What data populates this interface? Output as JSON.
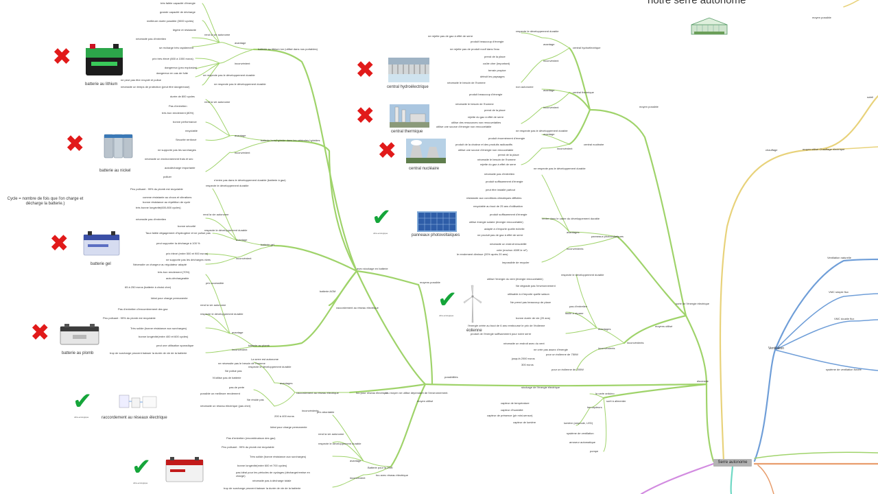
{
  "title": "notre serre autonome",
  "root": "Serre autonome",
  "mid": {
    "electricite": "électricité",
    "moyen_utilise": "moyens utilisé",
    "sorte_energie": "sorte de l'énergie électrique",
    "moyen_possible_top": "moyen possible",
    "moyen_possible": "moyens possible",
    "batterie_agm": "batterie AGM",
    "avec_stockage": "avec stockage en batterie",
    "raccordement": "raccordement au réseau électrique",
    "possibilites": "possibilités",
    "eolienne": "éolienne",
    "pv": "panneaux photovoltaïques",
    "moyen_utilise2": "moyen utilisé",
    "chauffage": "chauffage",
    "ventilation": "Ventilation",
    "soleil": "soleil",
    "moyen_possible_right": "moyen possible",
    "chauffage_electrique": "moyen utilisé Chauffage électrique",
    "vent_naturelle": "Ventilation naturelle",
    "vmc_simple": "VMC simple flux",
    "vmc_double": "VMC double flux",
    "vent_forcee": "système de ventilation forcée",
    "sorti_a_alimenter": "sorti à alimenter",
    "la_carte_arduino": "la carte arduino"
  },
  "captions": {
    "lithium": "batterie au lithium",
    "nickel": "batterie au nickel",
    "gel": "batterie gel",
    "plomb": "batterie au plomb",
    "reseau": "raccordement au réseaux électrique",
    "hydro": "central hydroélectrique",
    "thermique": "central thermique",
    "nucleaire": "central nucléaire",
    "pv": "panneaux photovoltaïques",
    "eolienne": "éolienne",
    "check_small": "ultra-ecologique",
    "cycle_note": "Cycle = nombre de fois que l'on charge et décharge la batterie.)"
  },
  "lithium": {
    "branch": "batterie au lithium ion (utilisé dans nos portables)",
    "avantage": "avantage",
    "inconvenient": "inconvénient",
    "items": [
      "très faible capacité d'énergie",
      "grande capacité de décharge",
      "meilleure durée possible (3000 cycles)",
      "légère et résistante",
      "rend la vie autonome",
      "nécessité pas d'entretien",
      "se recharge très rapidement",
      "prix très élevé (800 à 1000 euros)",
      "dangereux (peu explosive)",
      "dangereux en cas de fuite",
      "ne respecte pas le développement durable",
      "ne peut pas être recyclé et pollue",
      "nécessite un temps de protection (peut être dangereuse)",
      "ne respecte pas le développement durable"
    ]
  },
  "nickel": {
    "branch": "batterie hors/hybride dans les véhicules hybrides",
    "avantage": "avantage",
    "inconvenient": "inconvénient",
    "items": [
      "durée de 800 cycles",
      "rend la vie autonome",
      "Pas d'entretien",
      "très bon rendement (80%)",
      "bonne performance",
      "recyclable",
      "Sécurité renforcé",
      "ne supporte pas les surcharges",
      "nécessite un environnement frais et sec",
      "autodécharge importante",
      "polluer"
    ]
  },
  "gel": {
    "branch": "batterie gel",
    "avantage": "avantage",
    "inconvenient": "inconvénient",
    "items": [
      "n'entre pas dans le développement durable (batterie à gaz)",
      "respecte le développement durable",
      "Peu polluant : 99% du plomb est recyclable",
      "comme résistante au chocs et vibrations",
      "bonne résistance au répétition de cycle",
      "très bonne longévité(600-800 cycles)",
      "rend la vie autonome",
      "nécessite pas d'entretien",
      "bonne sécurité",
      "respecte le développement durable",
      "Taux faible dégagement d'hydrogène et ne pollue pas",
      "peut supporter la décharge à 100 %",
      "prix élevé (entre 500 et 900 euros)",
      "ne supporte pas les décharges vives",
      "Nécessite un chargeur au régulateur adapté"
    ]
  },
  "plomb": {
    "branch": "batterie au plomb",
    "avantage": "avantage",
    "inconvenient": "inconvénient",
    "items": [
      "très bon rendement (70%)",
      "auto-déchargeable",
      "prix accessible",
      "65 à 250 euros (batterie à choisi cher)",
      "Idéal pour charge permanente",
      "rend la vie autonome",
      "Pas d'entretien d'encombrement des gaz",
      "respecte le développement durable",
      "Peu polluant : 99% du plomb est recyclable",
      "Très solide (bonne résistance aux surcharges)",
      "bonne longévité(entre 400 et 600 cycles)",
      "peut une utilisation sporadique",
      "trop de surcharge peuvent baisser la durée de vie de la batterie"
    ]
  },
  "reseau": {
    "branch": "raccordement au réseau électrique",
    "branch2": "fou pour réseau électrique",
    "avantages": "avantages",
    "inconvenients": "inconvénients",
    "items": [
      "ne nécessite pas le besoin de l'homme",
      "La serre est autonome",
      "respecte le développement durable",
      "Ne pollue pas",
      "N'utilise pas de batterie",
      "pas de perte",
      "possible un meilleure rendement",
      "Ne réside pas",
      "nécessite un réseau électrique (pas cher)"
    ],
    "dependant": "fou moyen ne utilise dépendant de l'environnement."
  },
  "agm": {
    "branch": "batterie pour la 12 V",
    "branch2": "Batterie pour la 25W",
    "avantage": "avantage",
    "inconvenient": "inconvénient",
    "items": [
      "200 à 400 euros",
      "prix abordable",
      "Idéal pour charge permanente",
      "rend la vie autonome",
      "Pas d'entretien (recombinaison des gaz)",
      "respecte le développement durable",
      "Peu polluant : 99% du plomb est recyclable",
      "Très solide (bonne résistance aux surcharges)",
      "bonne longévité(entre 600 et 700 cycles)",
      "pas idéal pour les périodes de cyclages (décharge/remise en charge)",
      "nécessite pas à décharge totale",
      "trop de surcharge peuvent baisser la durée de vie de la batterie",
      "fou avec réseau électrique"
    ]
  },
  "hydro": {
    "branch": "central hydroélectrique",
    "avantage": "avantage",
    "inconvenient": "inconvénient",
    "items": [
      "ne rejette pas de gaz à effet de serre",
      "respecte le développement durable",
      "produit beaucoup d'énergie",
      "ne rejette pas de produit nocif dans l'eau",
      "prend de la place",
      "coûte cher (important)",
      "terrain propice",
      "détruit les paysages",
      "nécessite le besoin de l'homme"
    ]
  },
  "thermique": {
    "branch": "central thermique",
    "avantage": "avantage",
    "inconvenient": "inconvénient",
    "items": [
      "non autonome",
      "produit beaucoup d'énergie",
      "nécessite le besoin de l'homme",
      "prend de la place",
      "rejette du gaz à effet de serre",
      "utilise des ressources non renouvelables",
      "utilise une source d'énergie non renouvelable",
      "ne respecte pas le développement durable"
    ]
  },
  "nucleaire": {
    "branch": "central nucléaire",
    "avantage": "avantage",
    "inconvenient": "inconvénient",
    "items": [
      "produit énormément d'énergie",
      "produit de la chaleur et des produits radioactifs",
      "utilise une source d'énergie non renouvelable",
      "prend de la place",
      "nécessite le besoin de l'homme",
      "rejette du gaz à effet de serre",
      "ne respecte pas le développement durable"
    ]
  },
  "pv": {
    "branch": "panneaux photovoltaïques",
    "avantages": "avantages",
    "inconvenients": "inconvénients",
    "items": [
      "nécessite pas d'entretien",
      "produit suffisamment d'énergie",
      "peut être installé partout",
      "résistante aux conditions climatiques difficiles",
      "recyclable au bout de 25 ans d'utilisation",
      "produit suffisamment d'énergie",
      "utilise énergie solaire (énergie renouvelable)",
      "adapté à n'importe quelle échelle",
      "ne produit pas de gaz à effet de serre",
      "rentre dans le cadre du développement durable",
      "nécessite un endroit ensoleillé",
      "crée (environ 400€ le m²)",
      "le rendement diminue (20% après 20 ans)",
      "impossible de recycler"
    ]
  },
  "eolien": {
    "branch": "moyen utilisé",
    "avantages": "avantages",
    "inconvenients": "inconvénients",
    "items": [
      "utilise l'énergie du vent (énergie renouvelable)",
      "respecte le développement durable",
      "Ne dégrade pas l'environnement",
      "utilisable à n'importe quelle saison",
      "Ne prend pas beaucoup de place",
      "pas d'entretien",
      "facile à réparer",
      "bonne durée de vie (20 ans)",
      "l'énergie créée au bout de 6 ans remboursé le prix de l'éolienne",
      "produit de l'énergie suffisamment pour notre serre",
      "nécessite un endroit avec du vent",
      "ne crée pas assez d'énergie",
      "pour un éolienne de 750W",
      "jusqu'à 2000 euros",
      "300 euros",
      "pour un éolienne de 200W",
      "stockage de l'énergie électrique"
    ]
  },
  "sorties": {
    "items": [
      "la carte arduino",
      "capteur de température",
      "capteur d'humidité",
      "capteur de présence (pir mini-sensor)",
      "capteur de lumière",
      "les capteurs",
      "lumière (ampoule, LED)",
      "système de ventilation",
      "arroseur automatique",
      "pompe"
    ]
  }
}
